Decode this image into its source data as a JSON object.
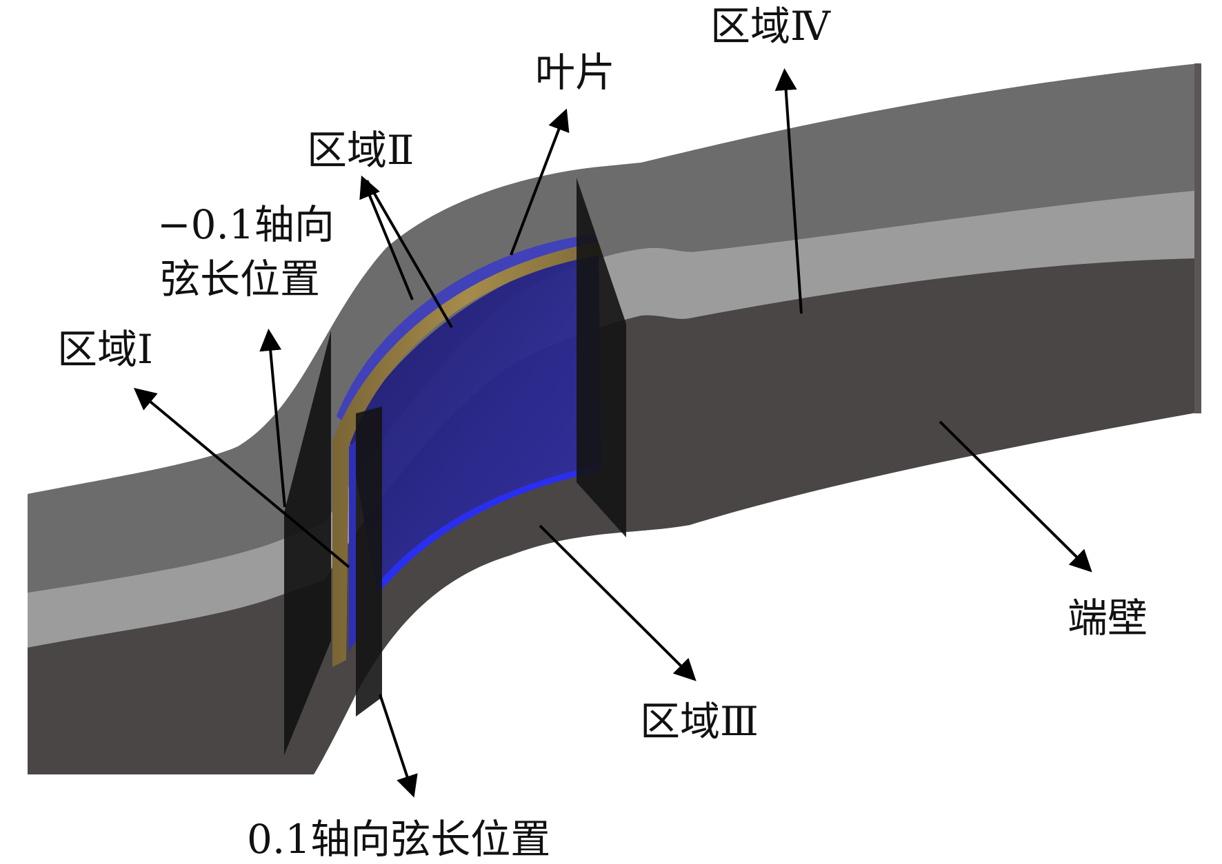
{
  "labels": {
    "zone1": "区域Ⅰ",
    "zone2": "区域Ⅱ",
    "zone3": "区域Ⅲ",
    "zone4": "区域Ⅳ",
    "blade": "叶片",
    "endwall": "端壁",
    "neg_pos_line1": "−0.1轴向",
    "neg_pos_line2": "弦长位置",
    "pos_chord": "0.1轴向弦长位置"
  },
  "colors": {
    "background": "#ffffff",
    "wall_top": "#6c6c6c",
    "wall_band": "#9c9c9c",
    "wall_front": "#4a4646",
    "wall_shadow": "#3a3737",
    "plane": "#141414",
    "blade_blue": "#25228a",
    "blade_edge": "#2a2ef0",
    "blade_gold": "#9a8446",
    "arrow": "#000000",
    "text": "#111111"
  }
}
